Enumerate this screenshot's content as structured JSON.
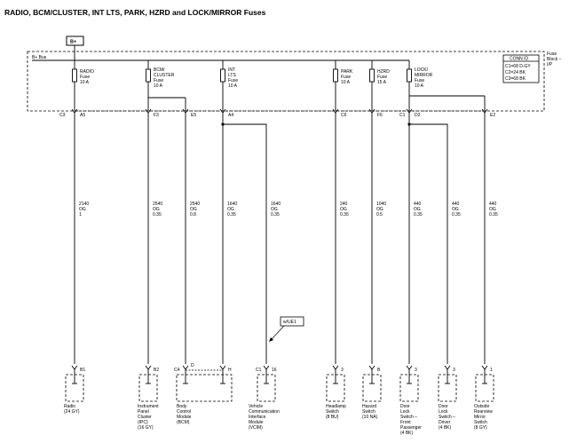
{
  "title": "RADIO, BCM/CLUSTER, INT LTS, PARK, HZRD and LOCK/MIRROR Fuses",
  "battery_label": "B+",
  "bus_label": "B+ Bus",
  "fuse_block_label": [
    "Fuse",
    "Block –",
    "I/P"
  ],
  "conn_id": {
    "header": "CONN ID",
    "lines": [
      "C1=68 D-GY",
      "C2=24 BK",
      "C3=68 BK"
    ]
  },
  "fuses": [
    {
      "name": [
        "RADIO",
        "Fuse",
        "10 A"
      ]
    },
    {
      "name": [
        "BCM/",
        "CLUSTER",
        "Fuse",
        "10 A"
      ]
    },
    {
      "name": [
        "INT",
        "LTS",
        "Fuse",
        "10 A"
      ]
    },
    {
      "name": [
        "PARK",
        "Fuse",
        "10 A"
      ]
    },
    {
      "name": [
        "HZRD",
        "Fuse",
        "15 A"
      ]
    },
    {
      "name": [
        "LOCK/",
        "MIRROR",
        "Fuse",
        "10 A"
      ]
    }
  ],
  "pins": [
    {
      "conn": "C3",
      "pin": "A5"
    },
    {
      "conn": "",
      "pin": "F3"
    },
    {
      "conn": "",
      "pin": "E5"
    },
    {
      "conn": "",
      "pin": "A4"
    },
    {
      "conn": "",
      "pin": "C6"
    },
    {
      "conn": "",
      "pin": "F6"
    },
    {
      "conn": "C1",
      "pin": "D2"
    },
    {
      "conn": "",
      "pin": "E2"
    }
  ],
  "wires": [
    {
      "lines": [
        "2140",
        "OG",
        "1"
      ]
    },
    {
      "lines": [
        "2540",
        "OG",
        "0.35"
      ]
    },
    {
      "lines": [
        "2540",
        "OG",
        "0.8"
      ]
    },
    {
      "lines": [
        "1640",
        "OG",
        "0.35"
      ]
    },
    {
      "lines": [
        "1640",
        "OG",
        "0.35"
      ]
    },
    {
      "lines": [
        "240",
        "OG",
        "0.35"
      ]
    },
    {
      "lines": [
        "1040",
        "OG",
        "0.5"
      ]
    },
    {
      "lines": [
        "440",
        "OG",
        "0.35"
      ]
    },
    {
      "lines": [
        "440",
        "OG",
        "0.35"
      ]
    },
    {
      "lines": [
        "440",
        "OG",
        "0.35"
      ]
    }
  ],
  "option_label": "w/UE1",
  "component_pins": [
    {
      "conn": "",
      "pin": "B1"
    },
    {
      "conn": "",
      "pin": "B2"
    },
    {
      "conn": "C4",
      "pin": "D"
    },
    {
      "conn": "",
      "pin": "H"
    },
    {
      "conn": "C1",
      "pin": "16"
    },
    {
      "conn": "",
      "pin": "3"
    },
    {
      "conn": "",
      "pin": "B"
    },
    {
      "conn": "",
      "pin": "3"
    },
    {
      "conn": "",
      "pin": "3"
    },
    {
      "conn": "",
      "pin": "1"
    }
  ],
  "components": [
    {
      "lines": [
        "Radio",
        "(24 GY)"
      ]
    },
    {
      "lines": [
        "Instrument",
        "Panel",
        "Cluster",
        "(IPC)",
        "(16 GY)"
      ]
    },
    {
      "lines": [
        "Body",
        "Control",
        "Module",
        "(BCM)"
      ]
    },
    {
      "lines": [
        "Vehicle",
        "Communication",
        "Interface",
        "Module",
        "(VCIM)"
      ]
    },
    {
      "lines": [
        "Headlamp",
        "Switch",
        "(8 BU)"
      ]
    },
    {
      "lines": [
        "Hazard",
        "Switch",
        "(10 NA)"
      ]
    },
    {
      "lines": [
        "Door",
        "Lock",
        "Switch –",
        "Front",
        "Passenger",
        "(4 BK)"
      ]
    },
    {
      "lines": [
        "Door",
        "Lock",
        "Switch –",
        "Driver",
        "(4 BK)"
      ]
    },
    {
      "lines": [
        "Outside",
        "Rearview",
        "Mirror",
        "Switch",
        "(8 GY)"
      ]
    }
  ]
}
